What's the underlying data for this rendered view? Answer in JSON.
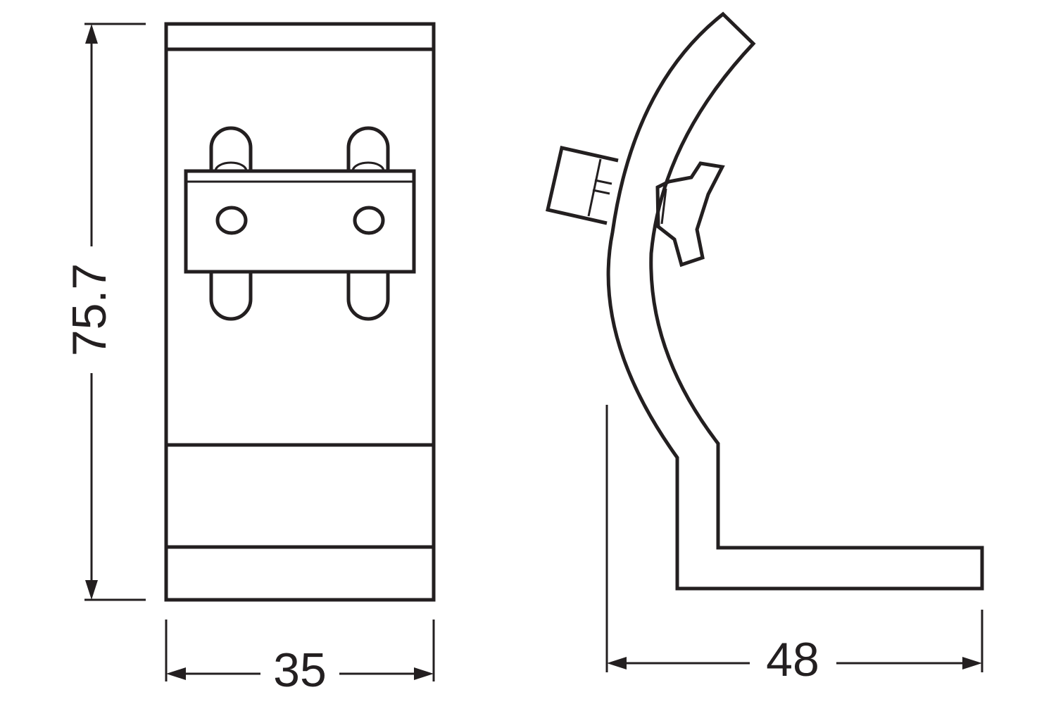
{
  "dimensions": {
    "height": "75.7",
    "front_width": "35",
    "side_depth": "48"
  },
  "colors": {
    "line": "#231f20",
    "background": "#ffffff"
  }
}
